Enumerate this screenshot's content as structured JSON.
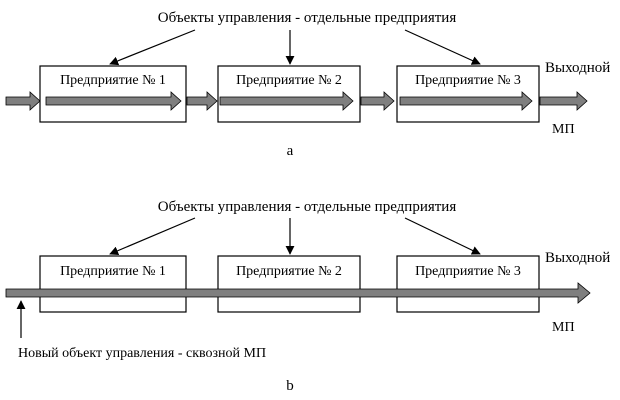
{
  "colors": {
    "flow_arrow": "#7f7f7f",
    "stroke": "#000000",
    "background": "#ffffff"
  },
  "diagram_a": {
    "header": "Объекты управления - отдельные предприятия",
    "enterprises": [
      "Предприятие № 1",
      "Предприятие № 2",
      "Предприятие № 3"
    ],
    "output_label": "Выходной",
    "output_mp_label": "МП",
    "caption": "а"
  },
  "diagram_b": {
    "header": "Объекты управления - отдельные предприятия",
    "enterprises": [
      "Предприятие № 1",
      "Предприятие № 2",
      "Предприятие № 3"
    ],
    "output_label": "Выходной",
    "output_mp_label": "МП",
    "new_object_label": "Новый объект управления - сквозной МП",
    "caption": "b"
  }
}
